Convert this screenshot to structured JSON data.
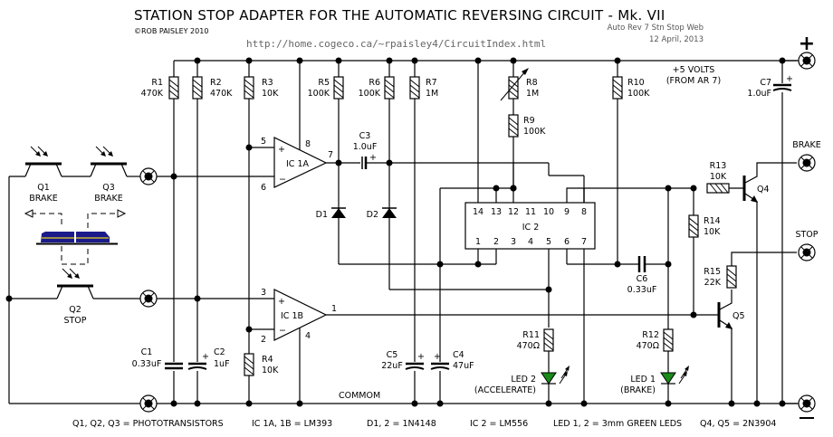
{
  "header": {
    "title": "STATION STOP ADAPTER FOR THE AUTOMATIC REVERSING CIRCUIT - Mk. VII",
    "copyright": "©ROB PAISLEY 2010",
    "url": "http://home.cogeco.ca/~rpaisley4/CircuitIndex.html",
    "file_note": "Auto Rev 7 Stn Stop Web",
    "date": "12 April, 2013"
  },
  "terminals": {
    "plus": "+",
    "minus": "−",
    "brake": "BRAKE",
    "stop": "STOP"
  },
  "supply_note": [
    "+5 VOLTS",
    "(FROM AR 7)"
  ],
  "common_label": "COMMOM",
  "sensors": {
    "q1": {
      "name": "Q1",
      "role": "BRAKE"
    },
    "q3": {
      "name": "Q3",
      "role": "BRAKE"
    },
    "q2": {
      "name": "Q2",
      "role": "STOP"
    }
  },
  "resistors": {
    "r1": {
      "name": "R1",
      "value": "470K"
    },
    "r2": {
      "name": "R2",
      "value": "470K"
    },
    "r3": {
      "name": "R3",
      "value": "10K"
    },
    "r4": {
      "name": "R4",
      "value": "10K"
    },
    "r5": {
      "name": "R5",
      "value": "100K"
    },
    "r6": {
      "name": "R6",
      "value": "100K"
    },
    "r7": {
      "name": "R7",
      "value": "1M"
    },
    "r8": {
      "name": "R8",
      "value": "1M"
    },
    "r9": {
      "name": "R9",
      "value": "100K"
    },
    "r10": {
      "name": "R10",
      "value": "100K"
    },
    "r11": {
      "name": "R11",
      "value": "470Ω"
    },
    "r12": {
      "name": "R12",
      "value": "470Ω"
    },
    "r13": {
      "name": "R13",
      "value": "10K"
    },
    "r14": {
      "name": "R14",
      "value": "10K"
    },
    "r15": {
      "name": "R15",
      "value": "22K"
    }
  },
  "capacitors": {
    "c1": {
      "name": "C1",
      "value": "0.33uF"
    },
    "c2": {
      "name": "C2",
      "value": "1uF"
    },
    "c3": {
      "name": "C3",
      "value": "1.0uF"
    },
    "c4": {
      "name": "C4",
      "value": "47uF"
    },
    "c5": {
      "name": "C5",
      "value": "22uF"
    },
    "c6": {
      "name": "C6",
      "value": "0.33uF"
    },
    "c7": {
      "name": "C7",
      "value": "1.0uF"
    }
  },
  "diodes": {
    "d1": "D1",
    "d2": "D2"
  },
  "leds": {
    "led1": {
      "name": "LED 1",
      "role": "(BRAKE)"
    },
    "led2": {
      "name": "LED 2",
      "role": "(ACCELERATE)"
    },
    "color": "#1a8a1a"
  },
  "transistors": {
    "q4": "Q4",
    "q5": "Q5"
  },
  "opamps": {
    "ic1a": {
      "name": "IC 1A",
      "pins": {
        "plus": "5",
        "minus": "6",
        "out": "7",
        "vcc": "8"
      }
    },
    "ic1b": {
      "name": "IC 1B",
      "pins": {
        "plus": "3",
        "minus": "2",
        "out": "1",
        "gnd": "4"
      }
    }
  },
  "ic2": {
    "name": "IC 2",
    "top_pins": [
      "14",
      "13",
      "12",
      "11",
      "10",
      "9",
      "8"
    ],
    "bottom_pins": [
      "1",
      "2",
      "3",
      "4",
      "5",
      "6",
      "7"
    ]
  },
  "parts_list": [
    "Q1, Q2, Q3 = PHOTOTRANSISTORS",
    "IC 1A, 1B = LM393",
    "D1, 2 = 1N4148",
    "IC 2 = LM556",
    "LED 1, 2 = 3mm GREEN LEDS",
    "Q4, Q5 = 2N3904"
  ],
  "train_colors": {
    "body": "#1a1a8a",
    "stripe": "#e8d020"
  }
}
